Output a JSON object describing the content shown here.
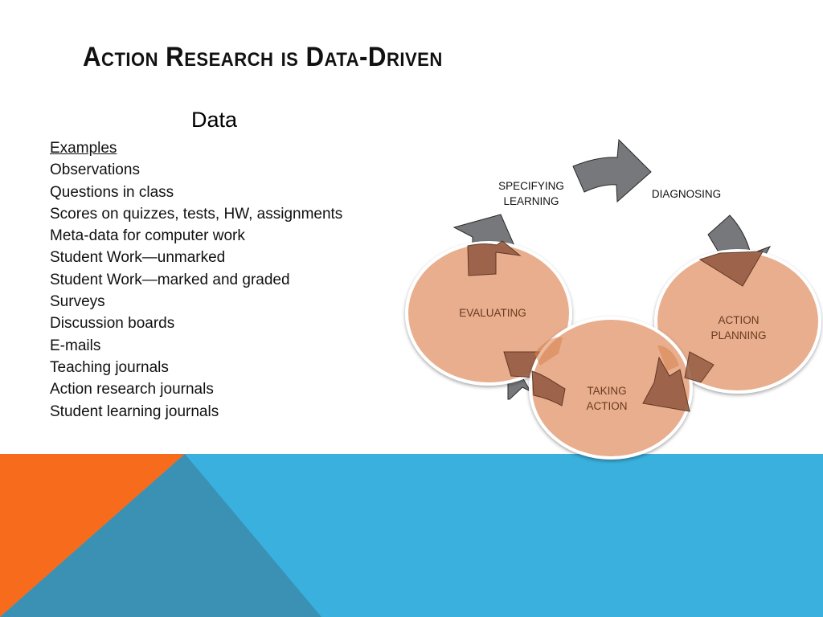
{
  "slide": {
    "title": "Action Research is Data-Driven",
    "data_heading": "Data",
    "examples_label": "Examples",
    "examples": [
      "Observations",
      "Questions in class",
      "Scores on quizzes, tests, HW, assignments",
      "Meta-data for computer work",
      "Student Work—unmarked",
      "Student Work—marked and graded",
      "Surveys",
      "Discussion boards",
      "E-mails",
      "Teaching journals",
      "Action research journals",
      "Student learning journals"
    ]
  },
  "cycle": {
    "stages": [
      {
        "line1": "SPECIFYING",
        "line2": "LEARNING",
        "style": "text"
      },
      {
        "line1": "DIAGNOSING",
        "line2": "",
        "style": "text"
      },
      {
        "line1": "ACTION",
        "line2": "PLANNING",
        "style": "circle"
      },
      {
        "line1": "TAKING",
        "line2": "ACTION",
        "style": "circle"
      },
      {
        "line1": "EVALUATING",
        "line2": "",
        "style": "circle"
      }
    ],
    "arrow_icon": "curved-arrow-icon"
  },
  "colors": {
    "circle_fill": "#e8ae8e",
    "circle_stroke": "#ffffff",
    "arrow_gray": "#76787b",
    "arrow_brown": "#9a6148",
    "orange": "#f76b1c",
    "teal_dark": "#3a91b4",
    "blue": "#3ab0de"
  }
}
